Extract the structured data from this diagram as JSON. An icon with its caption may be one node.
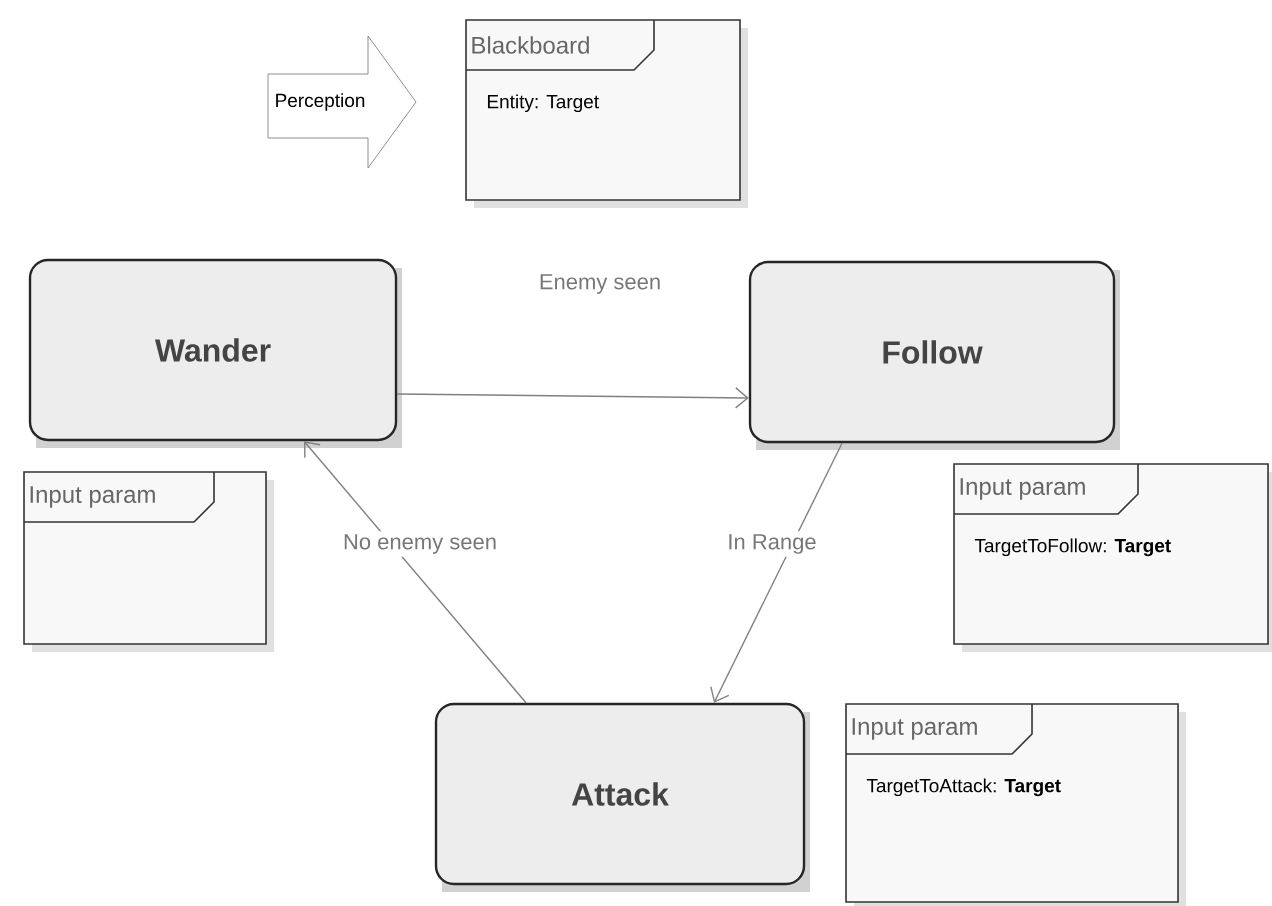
{
  "diagram": {
    "nodes": [
      {
        "text": [
          "Perception"
        ]
      },
      {
        "text": [
          "Blackboard",
          "Entity: Target"
        ]
      },
      {
        "text": [
          "Wander"
        ]
      },
      {
        "text": [
          "Follow"
        ]
      },
      {
        "text": [
          "Input param"
        ]
      },
      {
        "text": [
          "Input param",
          "TargetToFollow: **Target**"
        ]
      },
      {
        "text": [
          "Attack"
        ]
      },
      {
        "text": [
          "Input param",
          "TargetToAttack: **Target**"
        ]
      }
    ],
    "edges": [
      {
        "from": 2,
        "to": 3,
        "arrow": "to",
        "label": "Enemy seen"
      },
      {
        "from": 3,
        "to": 6,
        "arrow": "to",
        "label": "In Range"
      },
      {
        "from": 6,
        "to": 2,
        "arrow": "to",
        "label": "No enemy seen"
      }
    ]
  }
}
